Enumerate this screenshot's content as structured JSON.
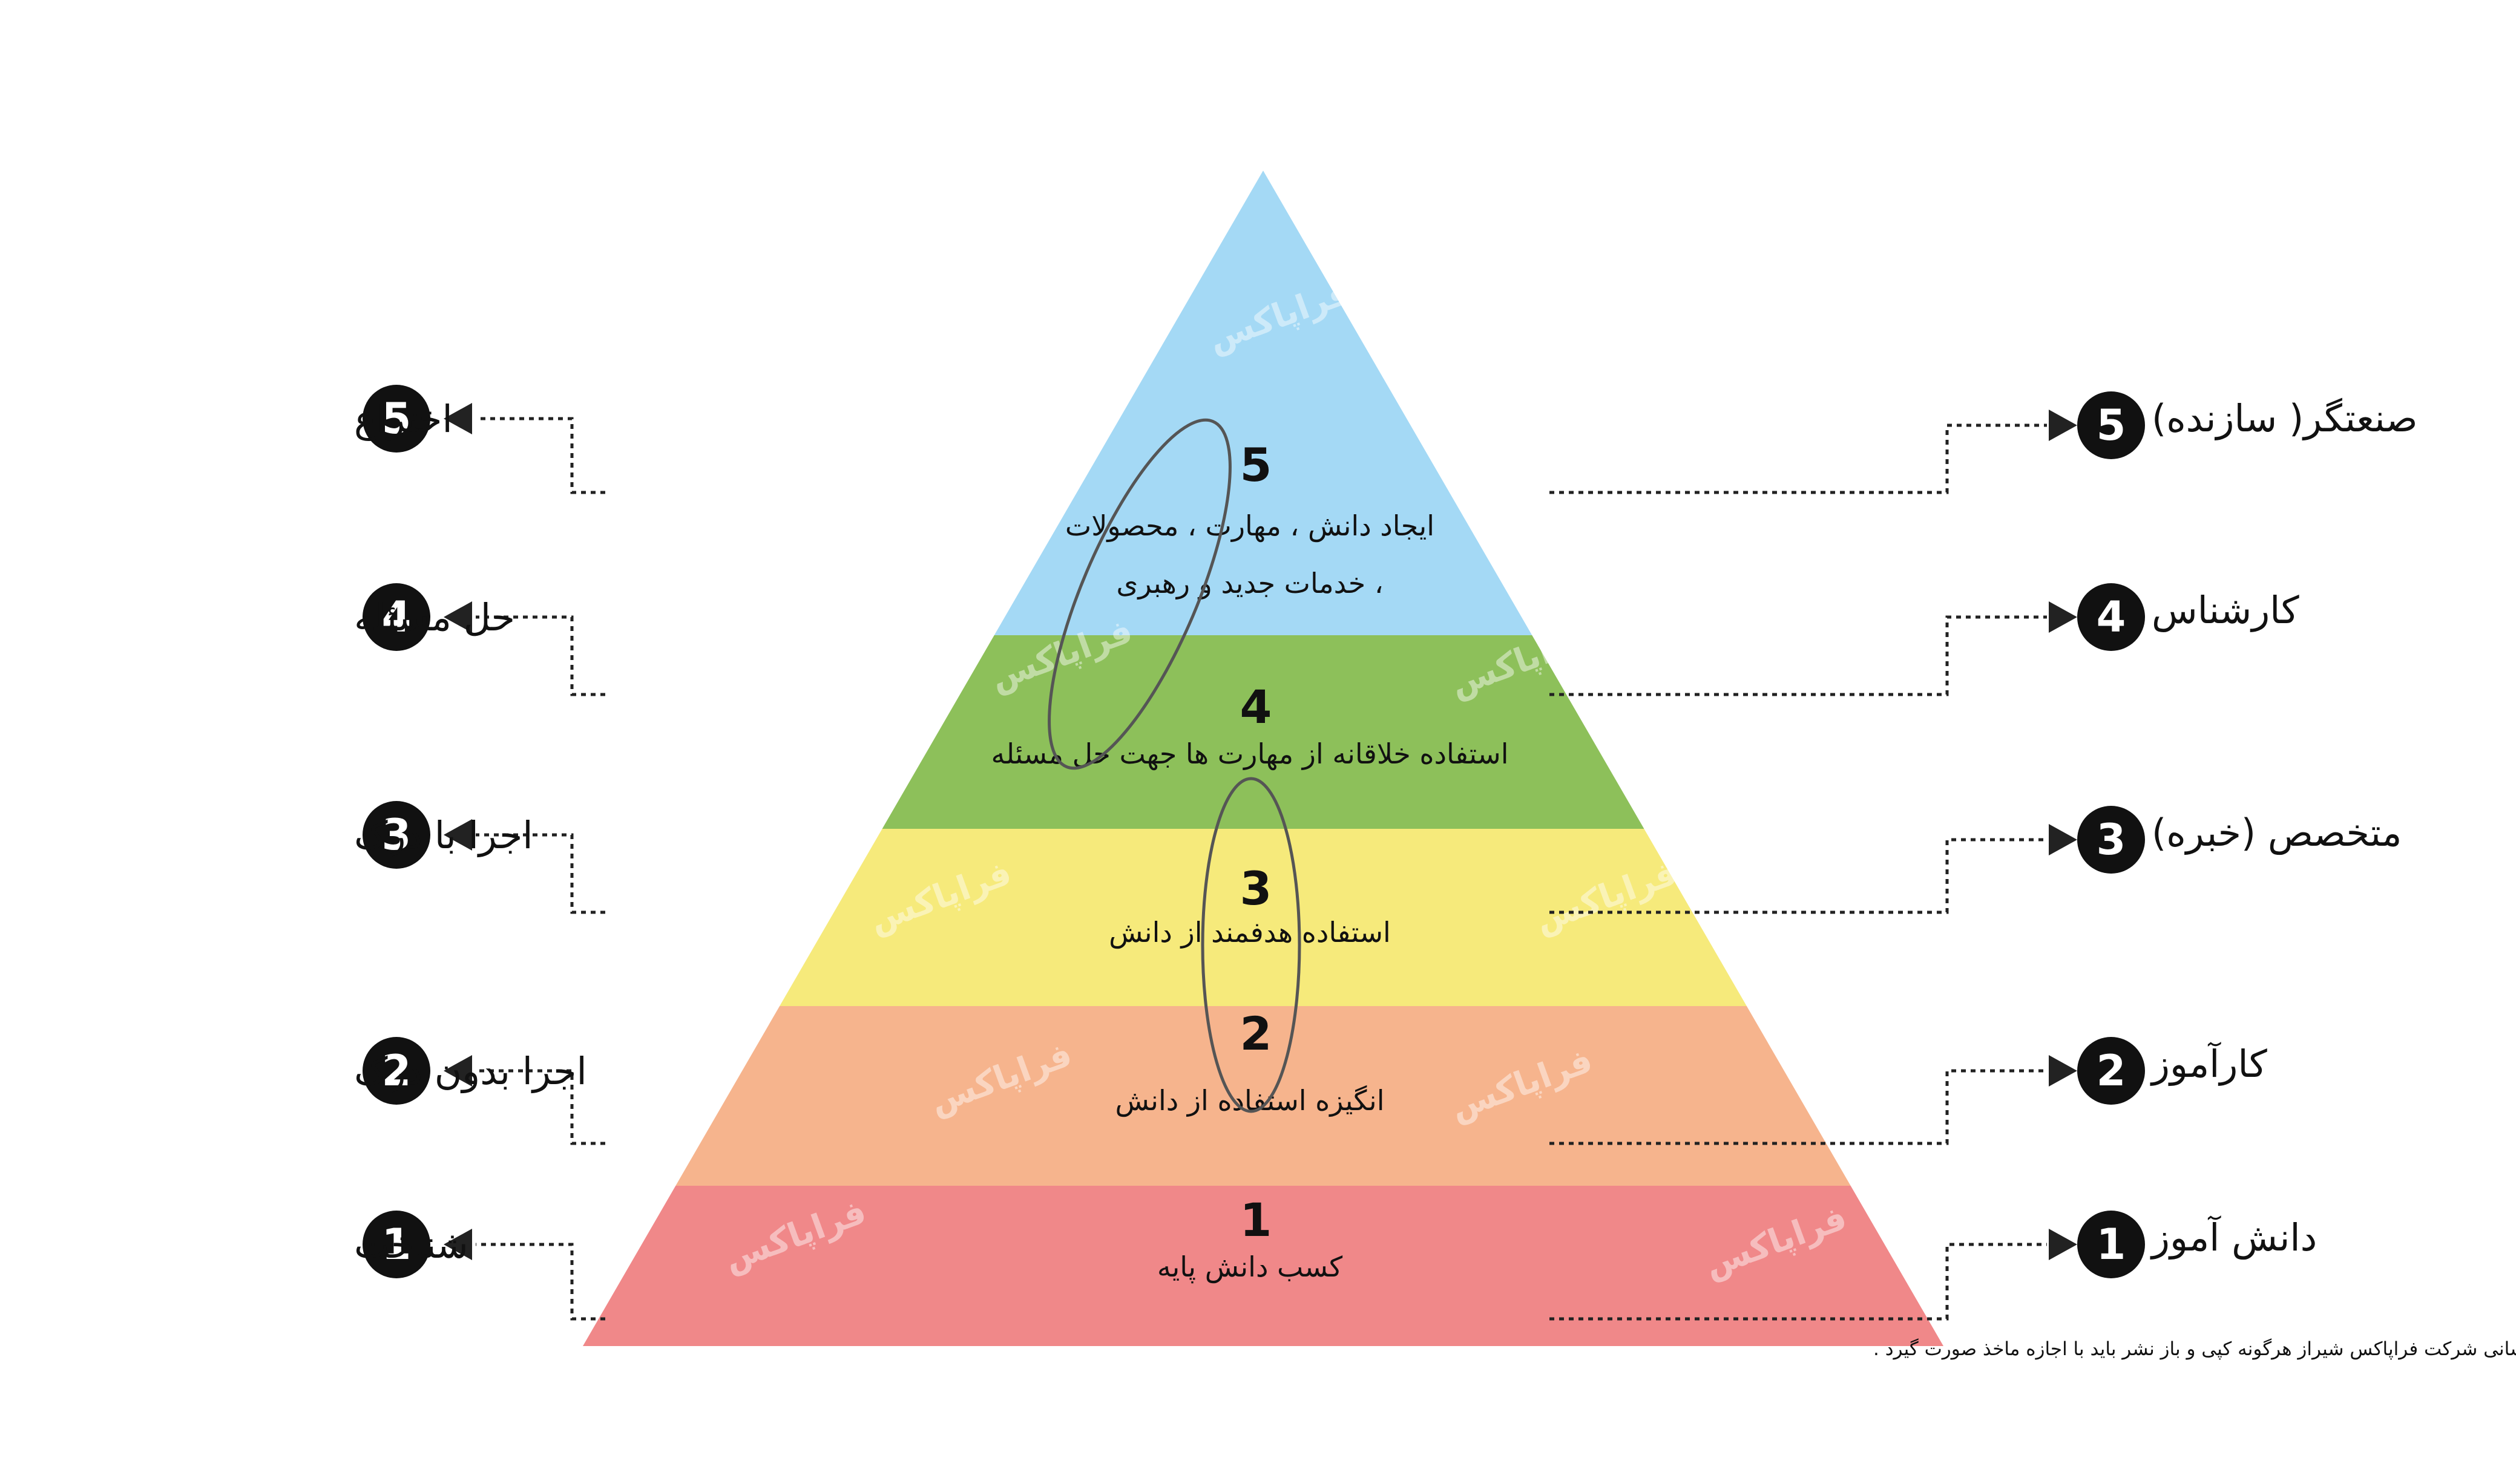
{
  "pyramid": {
    "levels": [
      {
        "number": "1",
        "description_lines": [
          "کسب دانش پایه"
        ],
        "color": "#f08889",
        "left_number": "1",
        "left_label": "شناخت",
        "right_number": "1",
        "right_label": "دانش آموز"
      },
      {
        "number": "2",
        "description_lines": [
          "انگیزه استفاده از دانش"
        ],
        "color": "#f6b48d",
        "left_number": "2",
        "left_label": "اجرا بدون درک",
        "right_number": "2",
        "right_label": "کارآموز"
      },
      {
        "number": "3",
        "description_lines": [
          "استفاده هدفمند از دانش"
        ],
        "color": "#f6ea7b",
        "left_number": "3",
        "left_label": "اجرا با درک",
        "right_number": "3",
        "right_label": "متخصص (خبره)"
      },
      {
        "number": "4",
        "description_lines": [
          "استفاده خلاقانه از مهارت ها جهت حل مسئله"
        ],
        "color": "#8dc05a",
        "left_number": "4",
        "left_label": "حل مسئله",
        "right_number": "4",
        "right_label": "کارشناس"
      },
      {
        "number": "5",
        "description_lines": [
          "ایجاد دانش ، مهارت ، محصولات",
          "، خدمات جدید و رهبری"
        ],
        "color": "#a4d9f5",
        "left_number": "5",
        "left_label": "اختراع",
        "right_number": "5",
        "right_label": "صنعتگر( سازنده)"
      }
    ]
  },
  "watermark": {
    "text": "فراپاکس"
  },
  "footer": {
    "text": "تهیه در واحد منابع انسانی شرکت فراپاکس شیراز هرگونه کپی و باز نشر باید با اجازه ماخذ صورت گیرد ."
  },
  "colors": {
    "badge": "#111111",
    "connector": "#222222",
    "highlight_ellipse": "#555555"
  }
}
